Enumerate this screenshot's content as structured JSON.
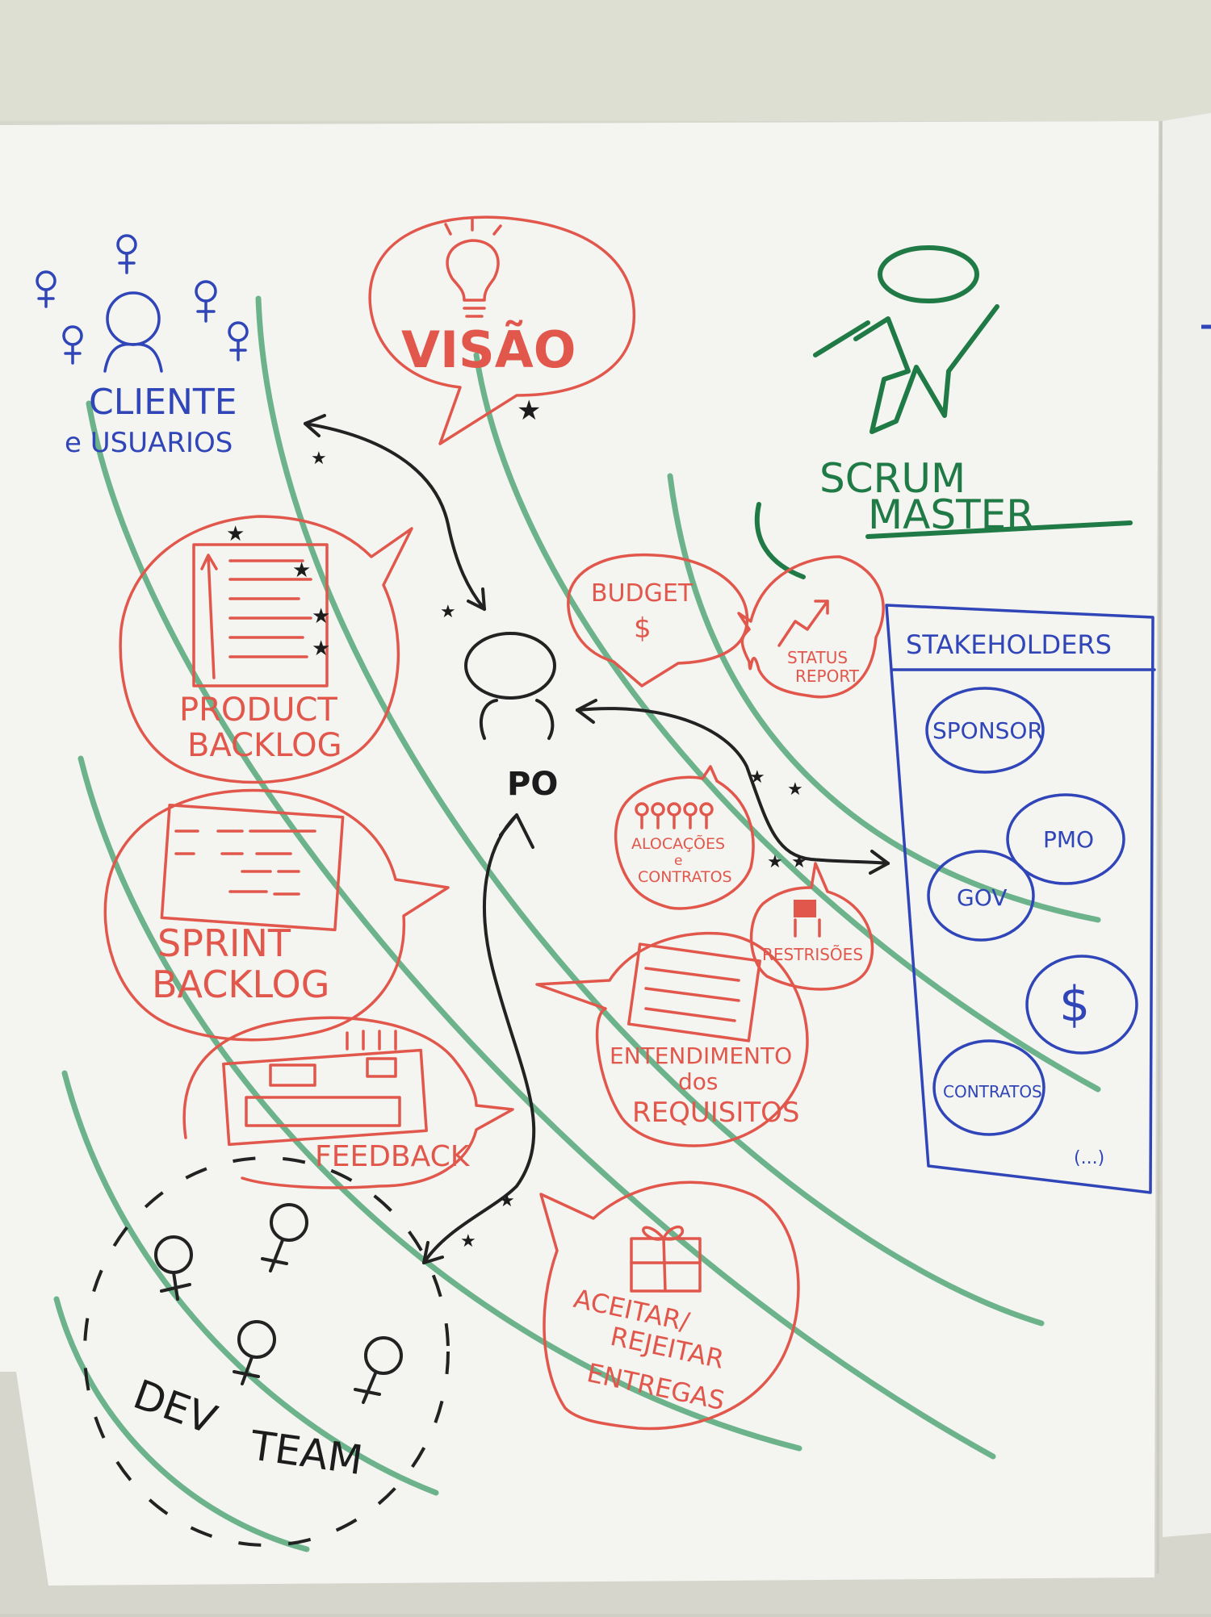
{
  "diagram": {
    "center": {
      "label": "PO"
    },
    "vision": {
      "label": "VISÃO"
    },
    "clients": {
      "line1": "CLIENTE",
      "line2": "e USUARIOS"
    },
    "scrum_master": {
      "line1": "SCRUM",
      "line2": "MASTER"
    },
    "product_backlog": {
      "line1": "PRODUCT",
      "line2": "BACKLOG"
    },
    "sprint_backlog": {
      "line1": "SPRINT",
      "line2": "BACKLOG"
    },
    "feedback": {
      "label": "FEEDBACK"
    },
    "budget": {
      "line1": "BUDGET",
      "line2": "$"
    },
    "status_report": {
      "line1": "STATUS",
      "line2": "REPORT"
    },
    "alocacoes": {
      "line1": "ALOCAÇÕES",
      "line2": "e",
      "line3": "CONTRATOS"
    },
    "restricoes": {
      "label": "RESTRISÕES"
    },
    "entendimento": {
      "line1": "ENTENDIMENTO",
      "line2": "dos",
      "line3": "REQUISITOS"
    },
    "aceitar": {
      "line1": "ACEITAR/",
      "line2": "REJEITAR",
      "line3": "ENTREGAS"
    },
    "dev_team": {
      "line1": "DEV",
      "line2": "TEAM"
    },
    "stakeholders": {
      "title": "STAKEHOLDERS",
      "items": [
        "SPONSOR",
        "PMO",
        "GOV",
        "$",
        "CONTRATOS",
        "(...)"
      ]
    },
    "colors": {
      "red": "#e2574c",
      "blue": "#2f45b8",
      "green": "#1f7a45",
      "black": "#222222"
    }
  }
}
